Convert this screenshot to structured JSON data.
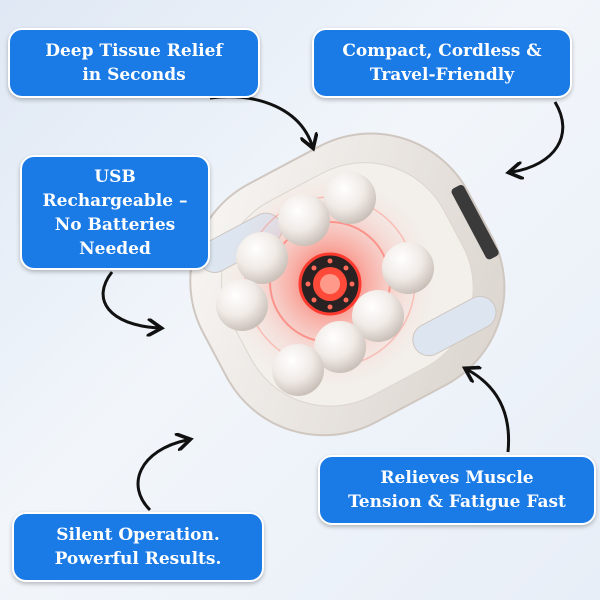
{
  "callouts": {
    "deep_tissue": [
      "Deep Tissue Relief",
      "in Seconds"
    ],
    "compact": [
      "Compact, Cordless &",
      "Travel-Friendly"
    ],
    "usb": [
      "USB",
      "Rechargeable –",
      "No Batteries",
      "Needed"
    ],
    "relieves": [
      "Relieves Muscle",
      "Tension & Fatigue Fast"
    ],
    "silent": [
      "Silent Operation.",
      "Powerful Results."
    ]
  },
  "colors": {
    "callout_bg": "#1a7ae6",
    "callout_border": "#ffffff",
    "device_body": "#ece7e2",
    "red_glow": "#ff3b30",
    "arrow": "#111111"
  },
  "icons": [
    "massager-device",
    "curved-arrow"
  ]
}
